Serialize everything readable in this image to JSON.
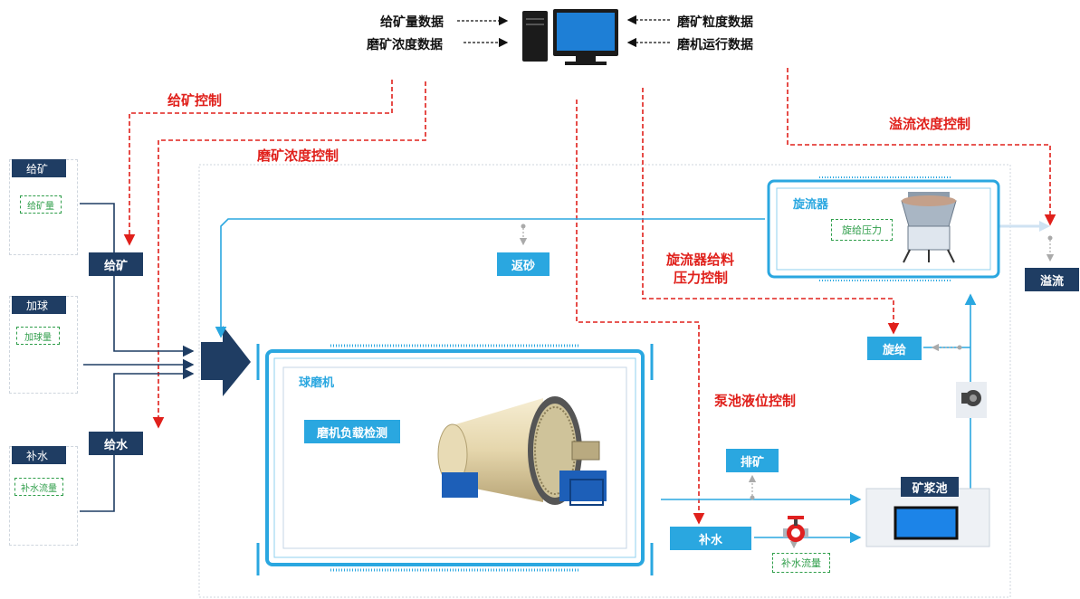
{
  "computer": {
    "inputs_left": [
      "给矿量数据",
      "磨矿浓度数据"
    ],
    "inputs_right": [
      "磨矿粒度数据",
      "磨机运行数据"
    ]
  },
  "controls": {
    "feed_control": "给矿控制",
    "grind_density_control": "磨矿浓度控制",
    "overflow_density_control": "溢流浓度控制",
    "cyclone_feed_pressure_control_line1": "旋流器给料",
    "cyclone_feed_pressure_control_line2": "压力控制",
    "pump_level_control": "泵池液位控制"
  },
  "left_panels": {
    "feed": {
      "title": "给矿",
      "sensor": "给矿量"
    },
    "ball": {
      "title": "加球",
      "sensor": "加球量"
    },
    "water": {
      "title": "补水",
      "sensor": "补水流量"
    }
  },
  "tags": {
    "feed": "给矿",
    "water": "给水",
    "return_sand": "返砂",
    "cyclone_feed": "旋给",
    "overflow": "溢流",
    "discharge": "排矿",
    "slurry_pool": "矿浆池",
    "makeup_water": "补水",
    "makeup_flow": "补水流量"
  },
  "ball_mill": {
    "title": "球磨机",
    "load_detect": "磨机负载检测"
  },
  "cyclone": {
    "title": "旋流器",
    "pressure": "旋给压力"
  },
  "icons": [
    "computer-icon",
    "feeder-hopper-icon",
    "ball-feeder-icon",
    "valve-icon",
    "pump-icon",
    "ball-mill-icon",
    "hydrocyclone-icon",
    "slurry-tank-icon"
  ]
}
